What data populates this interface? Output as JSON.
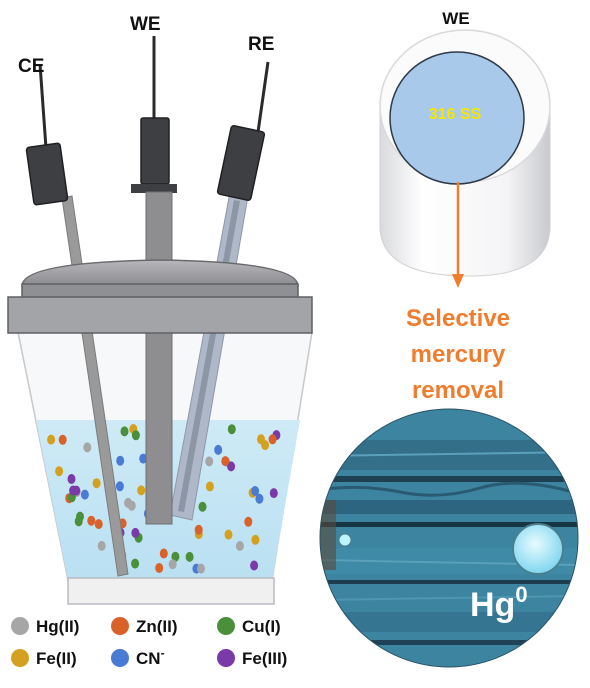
{
  "cell": {
    "electrodes": {
      "ce_label": "CE",
      "we_label": "WE",
      "re_label": "RE"
    }
  },
  "electrode_detail": {
    "title": "WE",
    "material": "316 SS",
    "caption_line1": "Selective",
    "caption_line2": "mercury",
    "caption_line3": "removal",
    "accent_color": "#ef7d2d"
  },
  "micrograph": {
    "label_base": "Hg",
    "label_sup": "0"
  },
  "legend": [
    {
      "label": "Hg(II)",
      "sup": "",
      "color": "#a6a6a6",
      "icon": "hg-ii-dot"
    },
    {
      "label": "Zn(II)",
      "sup": "",
      "color": "#d9622b",
      "icon": "zn-ii-dot"
    },
    {
      "label": "Cu(I)",
      "sup": "",
      "color": "#4a8f3a",
      "icon": "cu-i-dot"
    },
    {
      "label": "Fe(II)",
      "sup": "",
      "color": "#d4a020",
      "icon": "fe-ii-dot"
    },
    {
      "label": "CN",
      "sup": "-",
      "color": "#4a7bd4",
      "icon": "cn-dot"
    },
    {
      "label": "Fe(III)",
      "sup": "",
      "color": "#7a3aa8",
      "icon": "fe-iii-dot"
    }
  ]
}
